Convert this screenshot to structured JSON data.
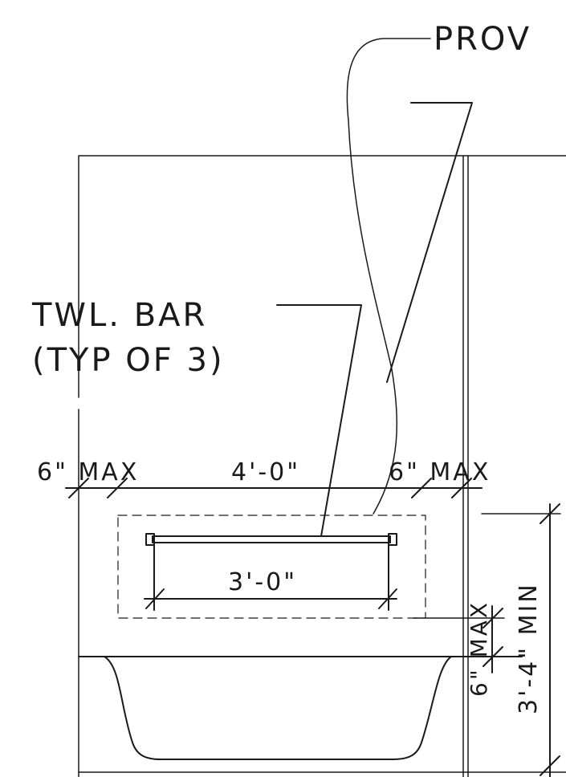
{
  "labels": {
    "prov_callout": "PROV",
    "towel_bar_line1": "TWL. BAR",
    "towel_bar_line2": "(TYP OF 3)",
    "left_clearance": "6\" MAX",
    "zone_width": "4'-0\"",
    "right_clearance": "6\" MAX",
    "bar_length": "3'-0\"",
    "tub_rim_gap": "6\" MAX",
    "mounting_height": "3'-4\" MIN"
  },
  "colors": {
    "ink": "#1a1a1a",
    "paper": "#ffffff"
  }
}
